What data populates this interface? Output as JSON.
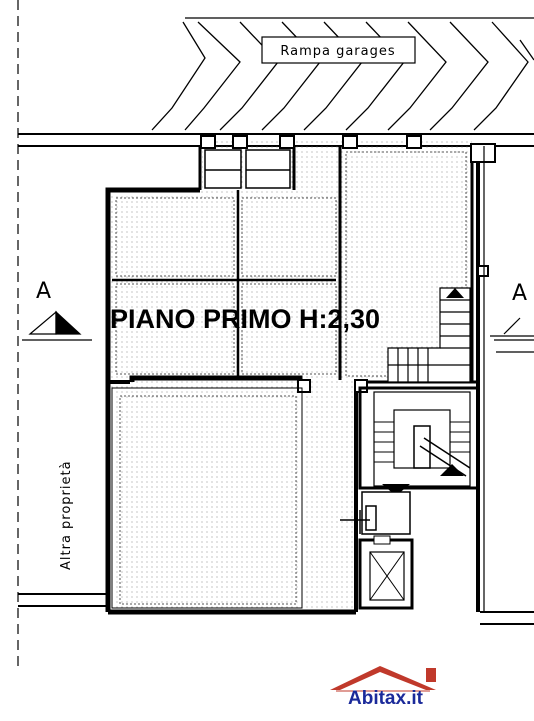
{
  "plan": {
    "ramp_label": "Rampa garages",
    "title": "PIANO PRIMO H:2,30",
    "section_left": "A",
    "section_right": "A",
    "neighbor_label": "Altra proprietà"
  },
  "logo": {
    "text": "Abitax.it",
    "roof_color": "#c0392b",
    "text_color": "#1b2a9a"
  }
}
